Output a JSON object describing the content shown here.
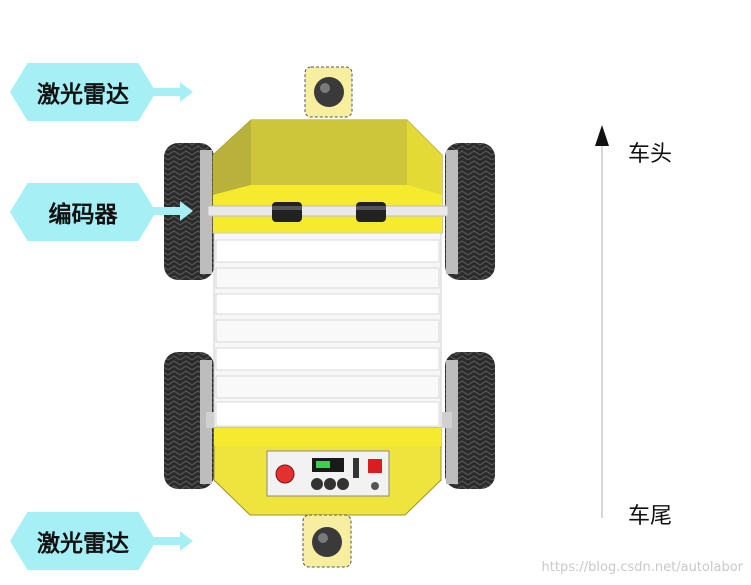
{
  "labels": {
    "lidar_top": "激光雷达",
    "encoder": "编码器",
    "lidar_bottom": "激光雷达"
  },
  "direction": {
    "head": "车头",
    "tail": "车尾"
  },
  "watermark": "https://blog.csdn.net/autolabor",
  "colors": {
    "label_bg": "#a6f0f5",
    "chassis_yellow": "#efe43c",
    "lidar_bg": "#f8eea0",
    "arrow": "#a6f0f5"
  },
  "icons": [
    "lidar-sensor-icon",
    "encoder-icon",
    "wheel-icon",
    "control-panel-icon",
    "up-arrow-icon"
  ]
}
